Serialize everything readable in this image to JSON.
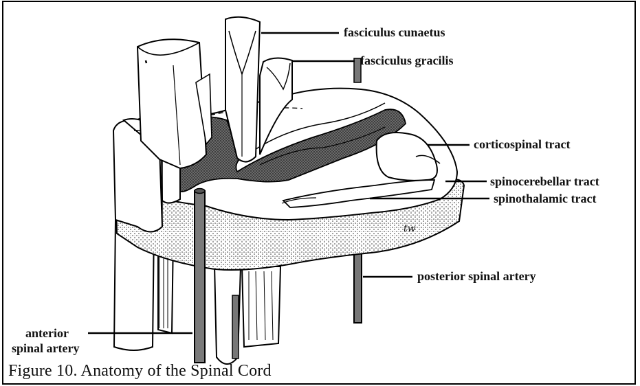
{
  "labels": {
    "fasciculus_cunaetus": "fasciculus cunaetus",
    "fasciculus_gracilis": "fasciculus gracilis",
    "corticospinal_tract": "corticospinal tract",
    "spinocerebellar_tract": "spinocerebellar tract",
    "spinothalamic_tract": "spinothalamic tract",
    "posterior_spinal_artery": "posterior spinal artery",
    "anterior_spinal_artery_line1": "anterior",
    "anterior_spinal_artery_line2": "spinal artery"
  },
  "artist_initials": "tw",
  "caption": "Figure 10. Anatomy of the Spinal Cord"
}
